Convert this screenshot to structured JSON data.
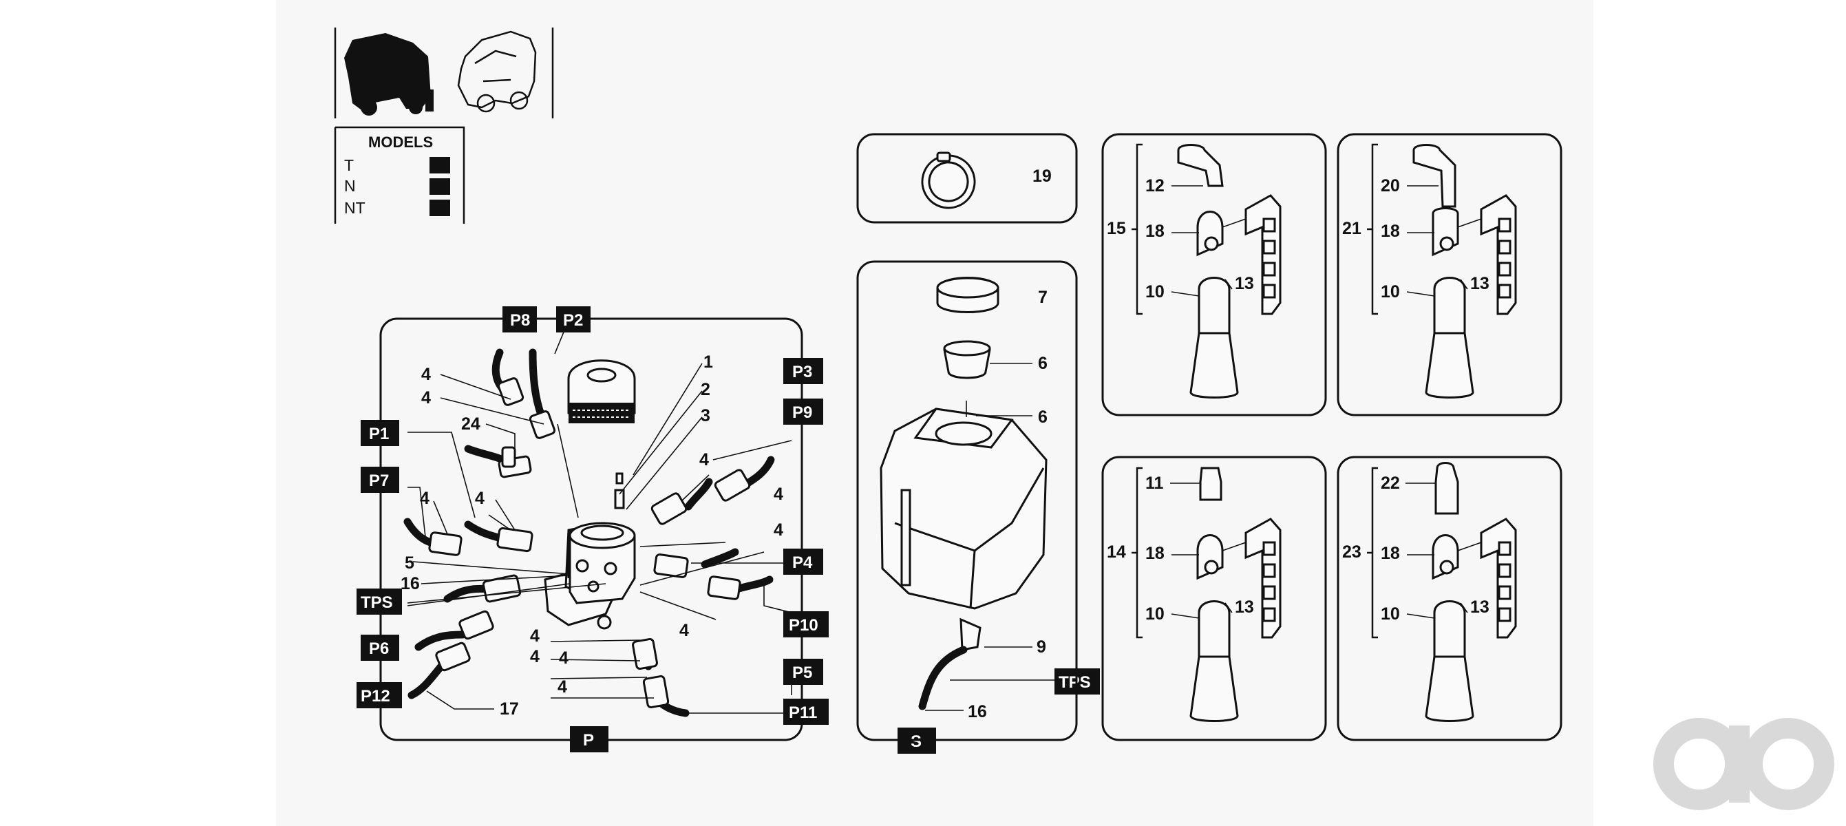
{
  "models_legend": {
    "title": "MODELS",
    "rows": [
      "T",
      "N",
      "NT"
    ]
  },
  "tags": {
    "P8": "P8",
    "P2": "P2",
    "P3": "P3",
    "P9": "P9",
    "P1": "P1",
    "P7": "P7",
    "P4": "P4",
    "TPS": "TPS",
    "P10": "P10",
    "P6": "P6",
    "P5": "P5",
    "P12": "P12",
    "P11": "P11",
    "P": "P",
    "S": "S"
  },
  "callouts": {
    "n1": "1",
    "n2": "2",
    "n3": "3",
    "n4": "4",
    "n5": "5",
    "n6": "6",
    "n7": "7",
    "n9": "9",
    "n10": "10",
    "n11": "11",
    "n12": "12",
    "n13": "13",
    "n14": "14",
    "n15": "15",
    "n16": "16",
    "n17": "17",
    "n18": "18",
    "n19": "19",
    "n20": "20",
    "n21": "21",
    "n22": "22",
    "n23": "23",
    "n24": "24"
  },
  "watermark": {
    "color": "#d9d9d9"
  }
}
